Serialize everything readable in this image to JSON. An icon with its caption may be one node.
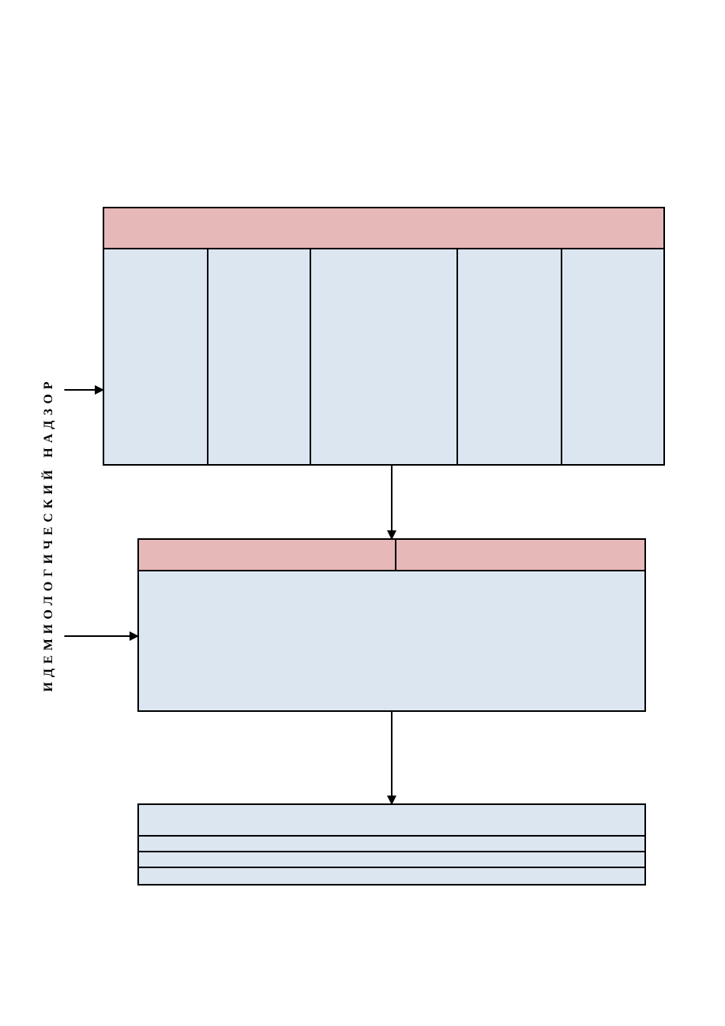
{
  "diagram": {
    "nodes": [
      {
        "text": [],
        "shape": "box"
      },
      {
        "text": [],
        "shape": "bar",
        "in": 0
      },
      {
        "text": [],
        "shape": "box",
        "in": 0
      },
      {
        "text": [],
        "shape": "box",
        "in": 0
      },
      {
        "text": [],
        "shape": "box",
        "in": 0
      },
      {
        "text": [],
        "shape": "box",
        "in": 0
      },
      {
        "text": [],
        "shape": "box",
        "in": 0
      },
      {
        "text": [],
        "shape": "box"
      },
      {
        "text": [],
        "shape": "bar",
        "in": 7
      },
      {
        "text": [],
        "shape": "bar",
        "in": 7
      },
      {
        "text": [],
        "shape": "box",
        "in": 7
      },
      {
        "text": [],
        "shape": "box"
      },
      {
        "text": [],
        "shape": "box",
        "in": 11
      },
      {
        "text": [],
        "shape": "box",
        "in": 11
      },
      {
        "text": [],
        "shape": "box",
        "in": 11
      },
      {
        "text": [],
        "shape": "box",
        "in": 11
      },
      {
        "text": [
          "ИДЕМИОЛОГИЧЕСКИЙ НАДЗОР"
        ]
      }
    ],
    "edges": [
      {
        "from": 16,
        "to": 0,
        "arrow": "to"
      },
      {
        "from": 0,
        "to": 7,
        "arrow": "to"
      },
      {
        "from": 16,
        "to": 7,
        "arrow": "to"
      },
      {
        "from": 7,
        "to": 11,
        "arrow": "to"
      }
    ]
  }
}
